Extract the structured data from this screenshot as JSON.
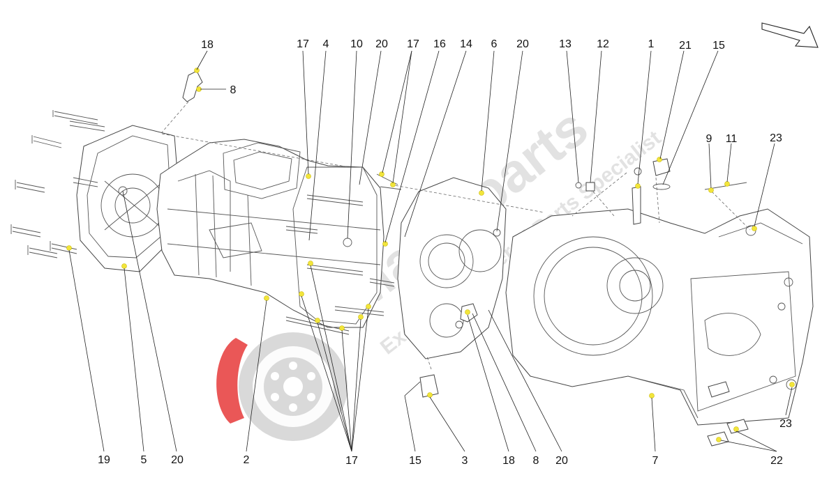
{
  "watermark": {
    "brand": "Maserparts",
    "tagline": "Exclusive Maserati Parts Specialist"
  },
  "callouts": {
    "top": [
      "18",
      "8",
      "17",
      "4",
      "10",
      "20",
      "17",
      "16",
      "14",
      "6",
      "20",
      "13",
      "12",
      "1",
      "21",
      "15",
      "9",
      "11",
      "23"
    ],
    "bottom": [
      "19",
      "5",
      "20",
      "2",
      "17",
      "15",
      "3",
      "18",
      "8",
      "20",
      "7",
      "23",
      "22"
    ]
  },
  "colors": {
    "marker": "#f2e53b",
    "lines": "#222222",
    "watermark_red": "#e63a3a"
  },
  "icons": {
    "direction": "direction-arrow-icon",
    "logo": "brake-disc-logo-icon"
  }
}
